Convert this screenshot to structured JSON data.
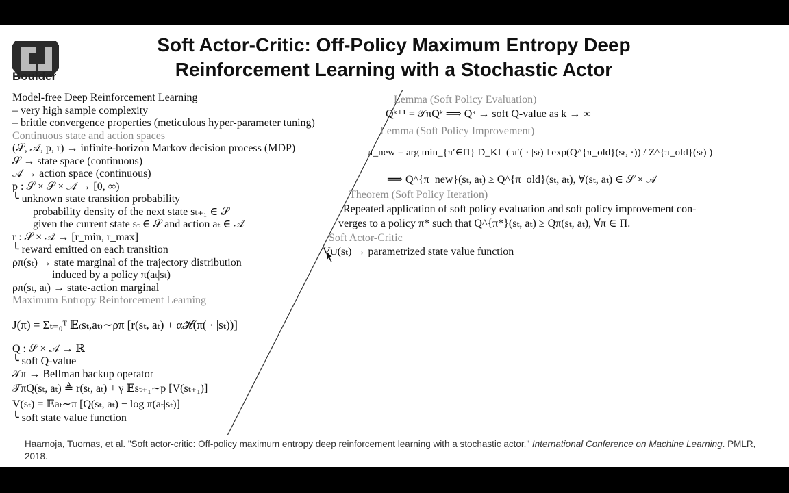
{
  "header": {
    "logo_text": "Boulder",
    "title_line1": "Soft Actor-Critic: Off-Policy Maximum Entropy Deep",
    "title_line2": "Reinforcement Learning with a Stochastic Actor"
  },
  "left": {
    "l1": "Model-free Deep Reinforcement Learning",
    "l2": "– very high sample complexity",
    "l3": "– brittle convergence properties (meticulous hyper-parameter tuning)",
    "sec1": "Continuous state and action spaces",
    "l4": "(𝒮, 𝒜, p, r) → infinite-horizon Markov decision process (MDP)",
    "l5": "𝒮 → state space (continuous)",
    "l6": "𝒜 → action space (continuous)",
    "l7": "p : 𝒮 × 𝒮 × 𝒜 → [0, ∞)",
    "l8": "╰ unknown state transition probability",
    "l9": "probability density of the next state sₜ₊₁ ∈ 𝒮",
    "l10": "given the current state sₜ ∈ 𝒮 and action aₜ ∈ 𝒜",
    "l11": "r : 𝒮 × 𝒜 → [r_min, r_max]",
    "l12": "╰ reward emitted on each transition",
    "l13": "ρπ(sₜ) → state marginal of the trajectory distribution",
    "l14": "induced by a policy π(aₜ|sₜ)",
    "l15": "ρπ(sₜ, aₜ) → state-action marginal",
    "sec2": "Maximum Entropy Reinforcement Learning",
    "l16": "J(π) = Σₜ₌₀ᵀ 𝔼₍sₜ,aₜ₎∼ρπ [r(sₜ, aₜ) + α𝓗(π( · |sₜ))]",
    "l17": "Q : 𝒮 × 𝒜 → ℝ",
    "l18": "╰ soft Q-value",
    "l19": "𝒯π → Bellman backup operator",
    "l20": "𝒯πQ(sₜ, aₜ) ≜ r(sₜ, aₜ) + γ 𝔼sₜ₊₁∼p [V(sₜ₊₁)]",
    "l21": "V(sₜ) = 𝔼aₜ∼π [Q(sₜ, aₜ) − log π(aₜ|sₜ)]",
    "l22": "╰ soft state value function"
  },
  "right": {
    "sec1": "Lemma (Soft Policy Evaluation)",
    "r1": "Qᵏ⁺¹ = 𝒯πQᵏ ⟹ Qᵏ → soft Q-value as k → ∞",
    "sec2": "Lemma (Soft Policy Improvement)",
    "r2": "π_new = arg min_{π′∈Π} D_KL ( π′( · |sₜ) ‖ exp(Q^{π_old}(sₜ, ·)) / Z^{π_old}(sₜ) )",
    "r3": "⟹ Q^{π_new}(sₜ, aₜ) ≥ Q^{π_old}(sₜ, aₜ), ∀(sₜ, aₜ) ∈ 𝒮 × 𝒜",
    "sec3": "Theorem (Soft Policy Iteration)",
    "r4": "Repeated application of soft policy evaluation and soft policy improvement con-",
    "r5": "verges to a policy π* such that Q^{π*}(sₜ, aₜ) ≥ Qπ(sₜ, aₜ), ∀π ∈ Π.",
    "sec4": "Soft Actor-Critic",
    "r6": "Vψ(sₜ) → parametrized state value function"
  },
  "citation": {
    "text": "Haarnoja, Tuomas, et al. \"Soft actor-critic: Off-policy maximum entropy deep reinforcement learning with a stochastic actor.\" ",
    "venue": "International Conference on Machine Learning",
    "rest": ". PMLR, 2018."
  }
}
